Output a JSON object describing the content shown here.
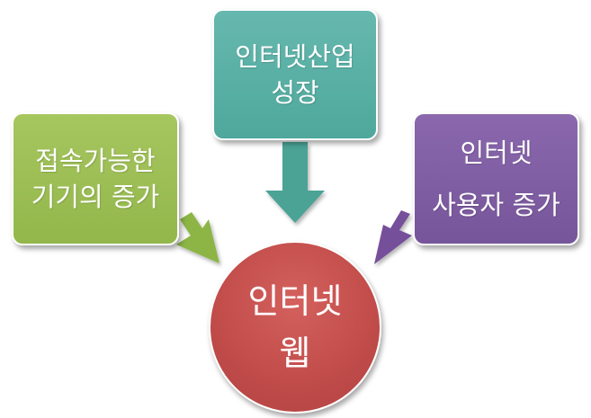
{
  "colors": {
    "top_box": "#5aafa4",
    "left_box": "#9cbe56",
    "right_box": "#7f5ea3",
    "center_circle": "#c0504d",
    "arrow_top": "#4ba396",
    "arrow_left": "#8cb544",
    "arrow_right": "#74509a"
  },
  "nodes": {
    "top": {
      "lines": [
        "인터넷산업",
        "성장"
      ]
    },
    "left": {
      "lines": [
        "접속가능한",
        "기기의 증가"
      ]
    },
    "right": {
      "lines": [
        "인터넷",
        "사용자 증가"
      ]
    },
    "center": {
      "lines": [
        "인터넷",
        "웹"
      ]
    }
  }
}
